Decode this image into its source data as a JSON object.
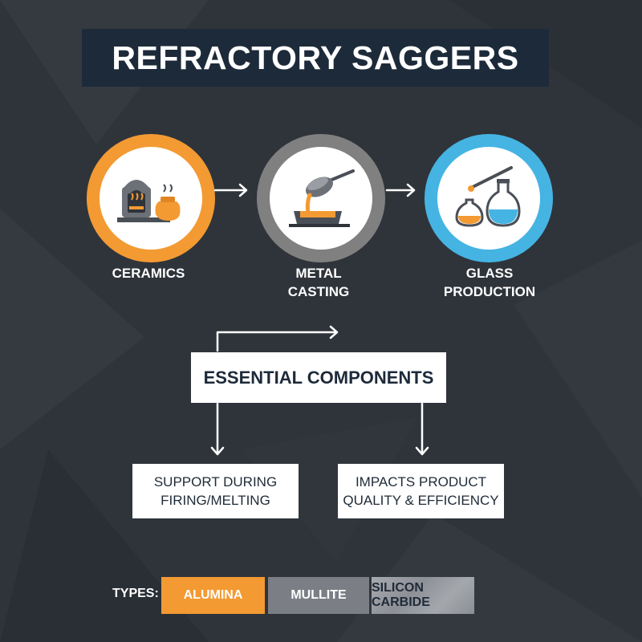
{
  "title": "REFRACTORY SAGGERS",
  "applications": [
    {
      "label": "CERAMICS",
      "icon": "kiln-pottery-icon",
      "color": "#f39a33"
    },
    {
      "label": "METAL CASTING",
      "icon": "ladle-mold-icon",
      "color": "#808080"
    },
    {
      "label": "GLASS PRODUCTION",
      "icon": "glass-flask-icon",
      "color": "#45b4e3"
    }
  ],
  "center_box": "ESSENTIAL COMPONENTS",
  "points": [
    "SUPPORT DURING FIRING/MELTING",
    "IMPACTS PRODUCT QUALITY & EFFICIENCY"
  ],
  "types": {
    "label": "TYPES:",
    "items": [
      {
        "label": "ALUMINA",
        "color": "#f39a33"
      },
      {
        "label": "MULLITE",
        "color": "#7b7f85"
      },
      {
        "label": "SILICON CARBIDE",
        "color": "#9c9fa4"
      }
    ]
  }
}
